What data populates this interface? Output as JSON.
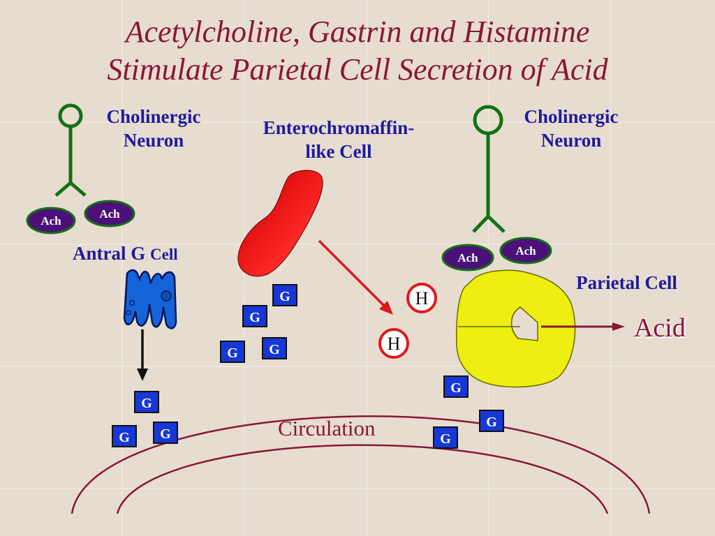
{
  "title": {
    "line1": "Acetylcholine, Gastrin and Histamine",
    "line2": "Stimulate Parietal Cell Secretion of Acid"
  },
  "neuron_left": {
    "line1": "Cholinergic",
    "line2": "Neuron"
  },
  "neuron_right": {
    "line1": "Cholinergic",
    "line2": "Neuron"
  },
  "ecl_cell": {
    "line1": "Enterochromaffin-",
    "line2": "like Cell"
  },
  "antral_cell": {
    "main": "Antral G ",
    "suffix": "Cell"
  },
  "parietal_cell": "Parietal Cell",
  "acid": "Acid",
  "circulation": "Circulation",
  "ach_label": "Ach",
  "g_label": "G",
  "h_label": "H",
  "colors": {
    "title": "#8b1538",
    "label": "#1f1a9e",
    "neuron": "#157015",
    "ach_fill": "#4b1179",
    "g_box": "#1737d6",
    "histamine_ring": "#e0181b",
    "parietal": "#eeee10",
    "ecl": "#d10e0e",
    "circulation": "#8b1538"
  }
}
